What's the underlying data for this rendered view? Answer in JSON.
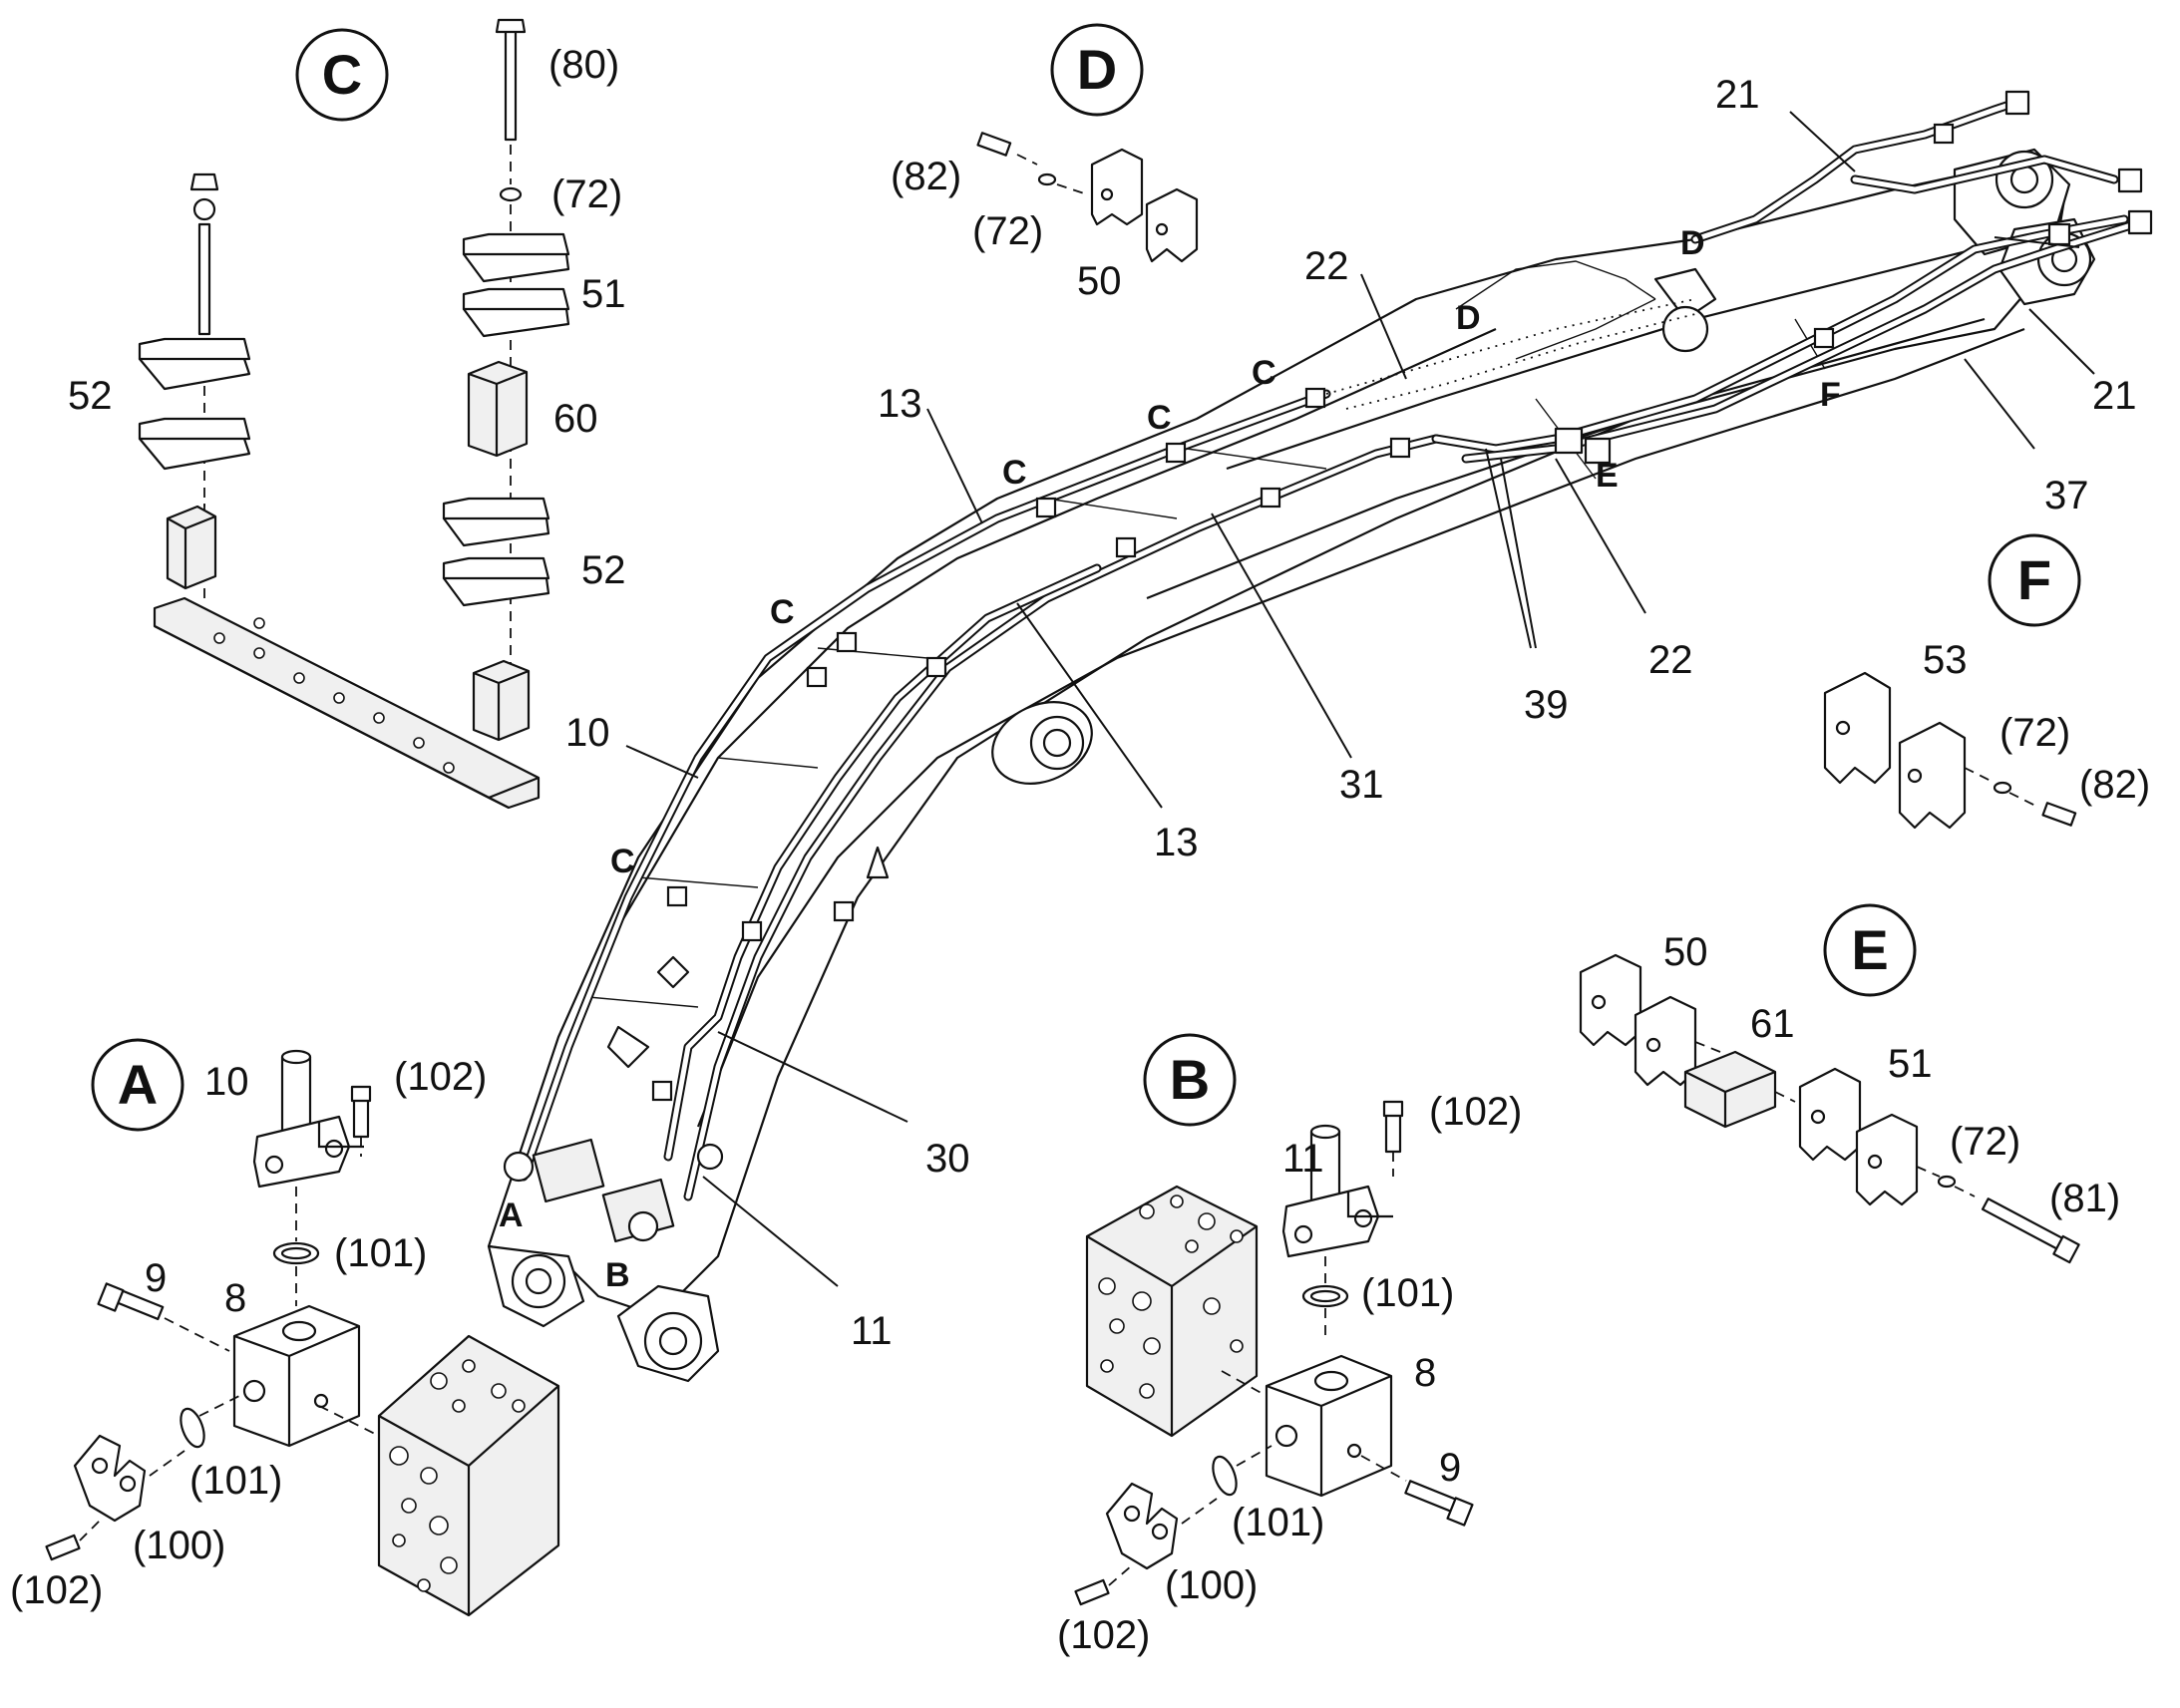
{
  "detail_views": [
    {
      "letter": "A"
    },
    {
      "letter": "B"
    },
    {
      "letter": "C"
    },
    {
      "letter": "D"
    },
    {
      "letter": "E"
    },
    {
      "letter": "F"
    }
  ],
  "labels": {
    "c80": "(80)",
    "c72": "(72)",
    "c51": "51",
    "c52a": "52",
    "c60": "60",
    "c52b": "52",
    "d82": "(82)",
    "d72": "(72)",
    "d50": "50",
    "f53": "53",
    "f72": "(72)",
    "f82": "(82)",
    "e50": "50",
    "e61": "61",
    "e51": "51",
    "e72": "(72)",
    "e81": "(81)",
    "a10": "10",
    "a102": "(102)",
    "a101a": "(101)",
    "a9": "9",
    "a8": "8",
    "a101b": "(101)",
    "a100": "(100)",
    "a102b": "(102)",
    "b11": "11",
    "b102": "(102)",
    "b101a": "(101)",
    "b8": "8",
    "b9": "9",
    "b101b": "(101)",
    "b100": "(100)",
    "b102b": "(102)",
    "m21a": "21",
    "m21b": "21",
    "m22a": "22",
    "m22b": "22",
    "m37": "37",
    "m39": "39",
    "m31": "31",
    "m13a": "13",
    "m13b": "13",
    "m10": "10",
    "m30": "30",
    "m11": "11"
  },
  "boom_markers": {
    "c1": "C",
    "c2": "C",
    "c3": "C",
    "c4": "C",
    "c5": "C",
    "d1": "D",
    "d2": "D",
    "e": "E",
    "f": "F",
    "a": "A",
    "b": "B"
  }
}
